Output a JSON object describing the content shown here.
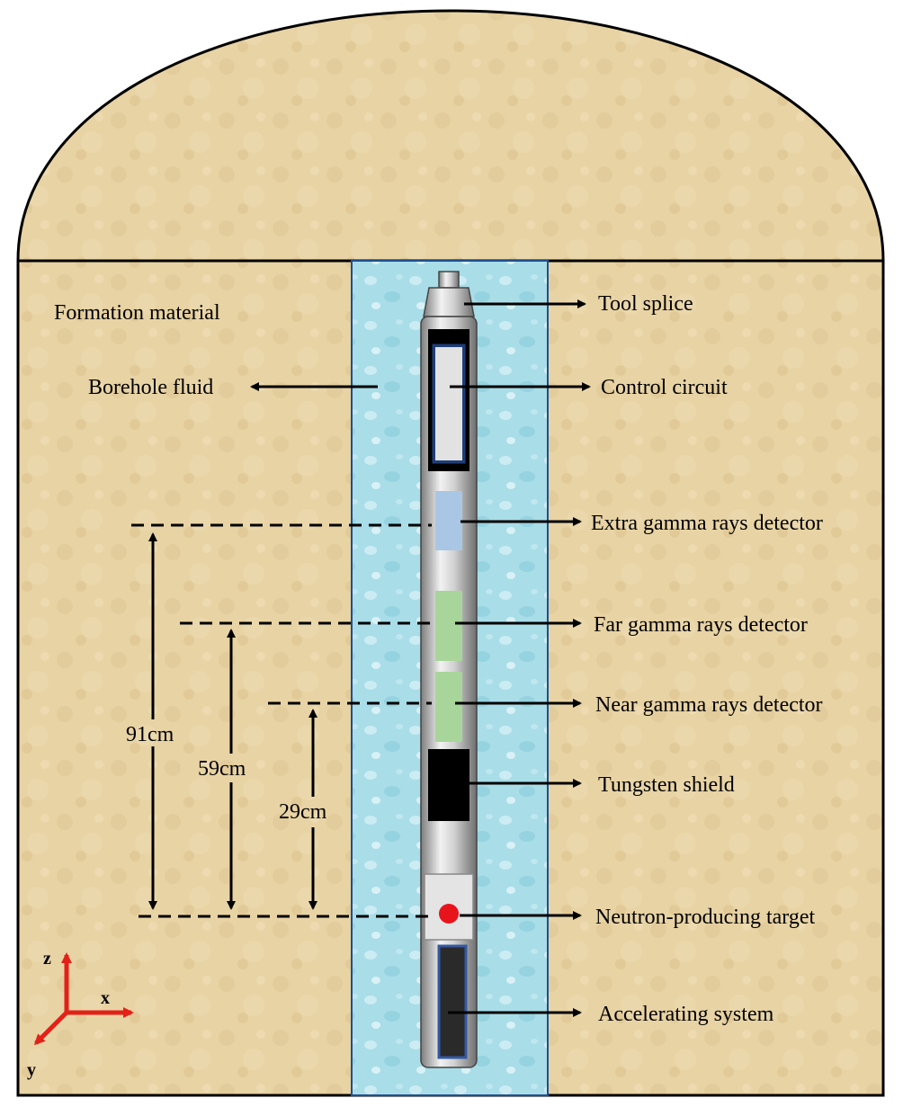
{
  "labels": {
    "formation": "Formation material",
    "borehole": "Borehole fluid",
    "tool_splice": "Tool splice",
    "control_circuit": "Control circuit",
    "extra_detector": "Extra gamma rays detector",
    "far_detector": "Far gamma rays detector",
    "near_detector": "Near gamma rays detector",
    "tungsten": "Tungsten shield",
    "target": "Neutron-producing target",
    "accelerating": "Accelerating system"
  },
  "spacings": {
    "extra": "91cm",
    "far": "59cm",
    "near": "29cm"
  },
  "axes": {
    "z": "z",
    "x": "x",
    "y": "y"
  },
  "colors": {
    "formation": "#e8d3a4",
    "borehole": "#a9dde8",
    "tool_body": "#b9b9b9",
    "extra_detector": "#a9c7e4",
    "gamma_detector": "#a8d59a",
    "tungsten": "#000000",
    "target": "#e8141c",
    "axis": "#e32119"
  }
}
